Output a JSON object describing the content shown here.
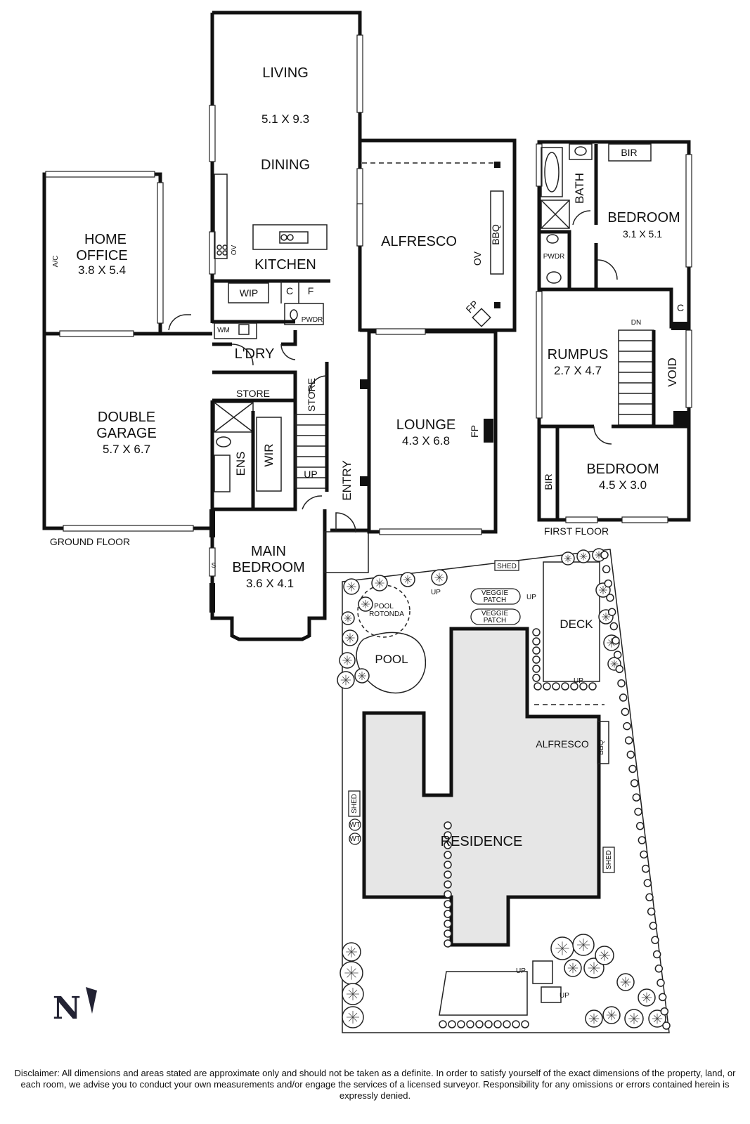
{
  "rooms": {
    "living": "LIVING",
    "living_size": "5.1 X 9.3",
    "dining": "DINING",
    "kitchen": "KITCHEN",
    "wip": "WIP",
    "c": "C",
    "f": "F",
    "pwdr": "PWDR",
    "ov": "OV",
    "wm": "WM",
    "laundry": "L'DRY",
    "store_h": "STORE",
    "store_v": "STORE",
    "home_office_1": "HOME",
    "home_office_2": "OFFICE",
    "home_office_size": "3.8 X 5.4",
    "ac": "A/C",
    "garage_1": "DOUBLE",
    "garage_2": "GARAGE",
    "garage_size": "5.7 X 6.7",
    "ens": "ENS",
    "wir": "WIR",
    "up": "UP",
    "entry": "ENTRY",
    "main_bed_1": "MAIN",
    "main_bed_2": "BEDROOM",
    "main_bed_size": "3.6 X 4.1",
    "s": "S",
    "alfresco": "ALFRESCO",
    "bbq": "BBQ",
    "ov2": "OV",
    "fp": "FP",
    "lounge": "LOUNGE",
    "lounge_size": "4.3 X 6.8",
    "fp2": "FP",
    "ground_floor": "GROUND FLOOR"
  },
  "first_floor": {
    "bir_top": "BIR",
    "bath": "BATH",
    "bedroom1": "BEDROOM",
    "bedroom1_size": "3.1 X 5.1",
    "pwdr": "PWDR",
    "c": "C",
    "dn": "DN",
    "rumpus": "RUMPUS",
    "rumpus_size": "2.7 X 4.7",
    "void": "VOID",
    "bir_side": "BIR",
    "bedroom2": "BEDROOM",
    "bedroom2_size": "4.5 X 3.0",
    "label": "FIRST FLOOR"
  },
  "site": {
    "shed_top": "SHED",
    "pool_rotonda_1": "POOL",
    "pool_rotonda_2": "ROTONDA",
    "up1": "UP",
    "veggie_1a": "VEGGIE",
    "veggie_1b": "PATCH",
    "veggie_2a": "VEGGIE",
    "veggie_2b": "PATCH",
    "up2": "UP",
    "deck": "DECK",
    "pool": "POOL",
    "up3": "UP",
    "alfresco": "ALFRESCO",
    "bbq": "BBQ",
    "shed_left": "SHED",
    "wt1": "WT",
    "wt2": "WT",
    "residence": "RESIDENCE",
    "shed_right": "SHED",
    "up4": "UP",
    "up5": "UP"
  },
  "compass": "N",
  "disclaimer": "Disclaimer: All dimensions and areas stated are approximate only and should not be taken as a definite. In order to satisfy yourself of the exact dimensions of the property, land, or each room, we advise you to conduct your own measurements and/or engage the services of a licensed surveyor. Responsibility for any omissions or errors contained herein is expressly denied."
}
